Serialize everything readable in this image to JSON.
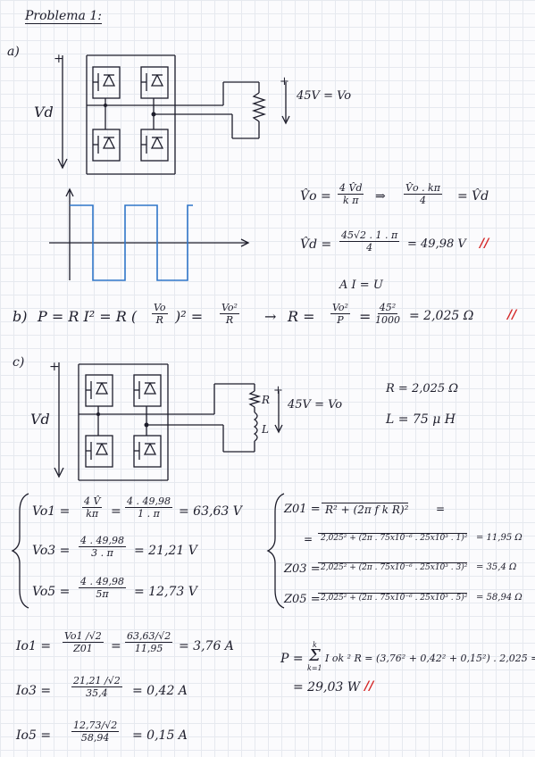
{
  "title": "Problema 1:",
  "part_a": {
    "label": "a)",
    "plus": "+",
    "vd": "Vd",
    "load_plus": "+",
    "load_voltage": "45V = Vo",
    "eq1_lhs": "V̂o =",
    "eq1_num": "4 V̂d",
    "eq1_den": "k π",
    "eq1_arrow": "⇒",
    "eq1_num2": "V̂o . kπ",
    "eq1_den2": "4",
    "eq1_rhs": "= V̂d",
    "eq2_lhs": "V̂d =",
    "eq2_num": "45√2 . 1 . π",
    "eq2_den": "4",
    "eq2_result": "= 49,98 V",
    "eq2_mark": "//",
    "note": "A I = U"
  },
  "part_b": {
    "label": "b)",
    "eq_start": "P = R I² = R (",
    "f1_num": "Vo",
    "f1_den": "R",
    "eq_mid": ")² =",
    "f2_num": "Vo²",
    "f2_den": "R",
    "arrow": "→",
    "r_eq": "R =",
    "f3_num": "Vo²",
    "f3_den": "P",
    "eq_eq": "=",
    "f4_num": "45²",
    "f4_den": "1000",
    "result": "= 2,025 Ω",
    "mark": "//"
  },
  "part_c": {
    "label": "c)",
    "plus": "+",
    "vd": "Vd",
    "r_label": "R",
    "l_label": "L",
    "load_plus": "+",
    "load_voltage": "45V = Vo",
    "r_value": "R = 2,025 Ω",
    "l_value": "L = 75 μ H"
  },
  "harmonic_voltages": [
    {
      "lhs": "Vo1 =",
      "f1n": "4 V̂",
      "f1d": "kπ",
      "eq": "=",
      "f2n": "4 . 49,98",
      "f2d": "1 . π",
      "res": "= 63,63 V"
    },
    {
      "lhs": "Vo3 =",
      "f2n": "4 . 49,98",
      "f2d": "3 . π",
      "res": "= 21,21 V"
    },
    {
      "lhs": "Vo5 =",
      "f2n": "4 . 49,98",
      "f2d": "5π",
      "res": "= 12,73 V"
    }
  ],
  "impedances": [
    {
      "lhs": "Z01 =",
      "root": "R² + (2π f k R)²",
      "tail": "="
    },
    {
      "lhs": "",
      "root": "2,025² + (2π . 75x10⁻⁶ . 25x10³ . 1)²",
      "tail": "= 11,95 Ω"
    },
    {
      "lhs": "Z03 =",
      "root": "2,025² + (2π . 75x10⁻⁶ . 25x10³ . 3)²",
      "tail": "= 35,4 Ω"
    },
    {
      "lhs": "Z05 =",
      "root": "2,025² + (2π . 75x10⁻⁶ . 25x10³ . 5)²",
      "tail": "= 58,94 Ω"
    }
  ],
  "currents": [
    {
      "lhs": "Io1 =",
      "n1": "Vo1 /√2",
      "d1": "Z01",
      "eq": "=",
      "n2": "63,63/√2",
      "d2": "11,95",
      "res": "= 3,76 A"
    },
    {
      "lhs": "Io3 =",
      "n2": "21,21 /√2",
      "d2": "35,4",
      "res": "= 0,42 A"
    },
    {
      "lhs": "Io5 =",
      "n2": "12,73/√2",
      "d2": "58,94",
      "res": "= 0,15 A"
    }
  ],
  "power": {
    "lhs": "P =",
    "sum_top": "k",
    "sum_bot": "k=1",
    "expr": "I ok ² R = (3,76² + 0,42² + 0,15²) . 2,025 =",
    "result": "= 29,03 W",
    "mark": "//"
  }
}
